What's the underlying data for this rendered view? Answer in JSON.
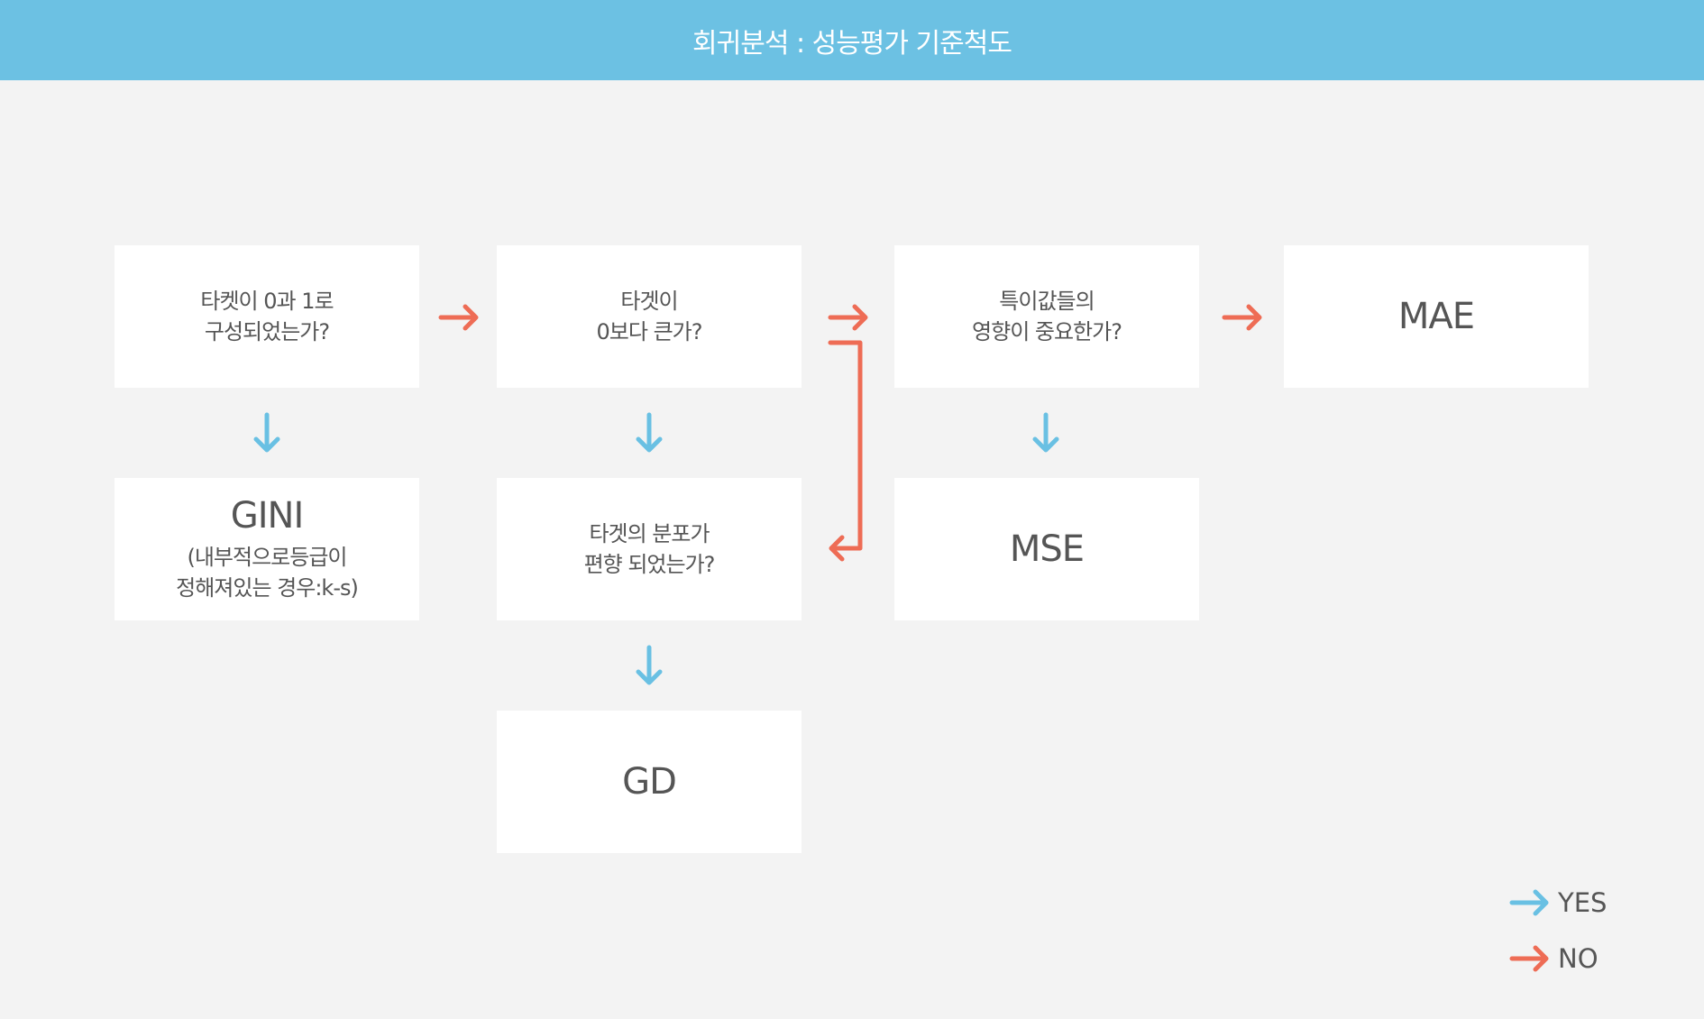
{
  "title": "회귀분석 : 성능평가 기준척도",
  "colors": {
    "header": "#6cc1e3",
    "yes": "#69c0e3",
    "no": "#ee6c55"
  },
  "nodes": {
    "q1": [
      "타켓이 0과 1로",
      "구성되었는가?"
    ],
    "q2": [
      "타겟이",
      "0보다 큰가?"
    ],
    "q3": [
      "특이값들의",
      "영향이 중요한가?"
    ],
    "mae": "MAE",
    "gini": "GINI",
    "gini_note": [
      "(내부적으로등급이",
      "정해져있는 경우:k-s)"
    ],
    "q4": [
      "타겟의 분포가",
      "편향 되었는가?"
    ],
    "mse": "MSE",
    "gd": "GD"
  },
  "legend": {
    "yes": "YES",
    "no": "NO"
  }
}
